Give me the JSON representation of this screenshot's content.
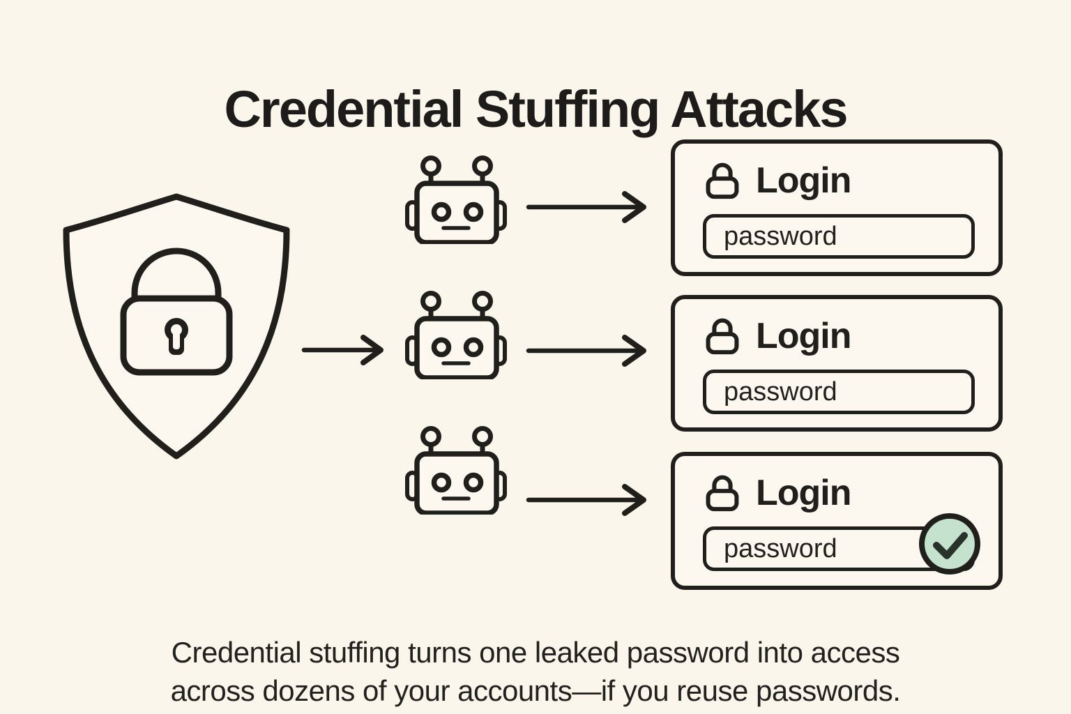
{
  "colors": {
    "background": "#fbf6ec",
    "card_background": "#fcf8f0",
    "ink": "#211f1c",
    "check_green_fill": "#c5e2cf"
  },
  "title": "Credential Stuffing Attacks",
  "diagram": {
    "shield": {
      "icon": "shield-lock-icon"
    },
    "bots": [
      {
        "icon": "robot-icon"
      },
      {
        "icon": "robot-icon"
      },
      {
        "icon": "robot-icon"
      }
    ],
    "arrows": [
      {
        "icon": "arrow-right-icon",
        "from": "shield",
        "to": "bots"
      },
      {
        "icon": "arrow-right-icon",
        "from": "bot-1",
        "to": "login-card-1"
      },
      {
        "icon": "arrow-right-icon",
        "from": "bot-2",
        "to": "login-card-2"
      },
      {
        "icon": "arrow-right-icon",
        "from": "bot-3",
        "to": "login-card-3"
      }
    ],
    "cards": [
      {
        "heading": "Login",
        "lock_icon": "padlock-icon",
        "password_value": "password",
        "verified": false
      },
      {
        "heading": "Login",
        "lock_icon": "padlock-icon",
        "password_value": "password",
        "verified": false
      },
      {
        "heading": "Login",
        "lock_icon": "padlock-icon",
        "password_value": "password",
        "verified": true,
        "verified_icon": "check-circle-icon"
      }
    ]
  },
  "caption": {
    "line1": "Credential stuffing turns one leaked password into access",
    "line2": "across dozens of your accounts—if you reuse passwords."
  }
}
